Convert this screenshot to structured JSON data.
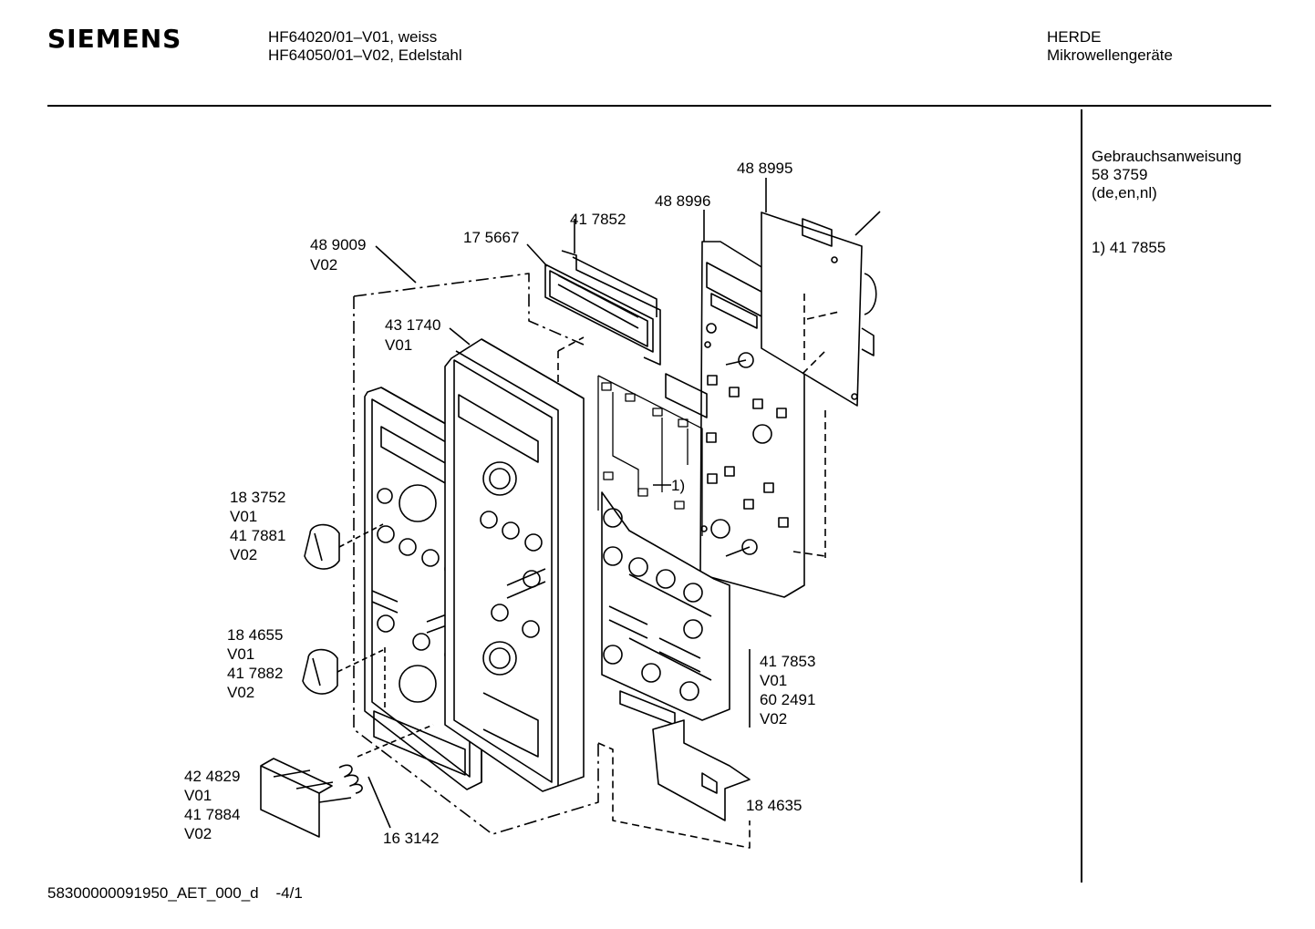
{
  "header": {
    "brand": "SIEMENS",
    "model_line_1": "HF64020/01–V01, weiss",
    "model_line_2": "HF64050/01–V02, Edelstahl",
    "category_1": "HERDE",
    "category_2": "Mikrowellengeräte"
  },
  "sidebar": {
    "manual_title": "Gebrauchsanweisung",
    "manual_number": "58 3759",
    "manual_languages": "(de,en,nl)",
    "note": "1) 41 7855"
  },
  "parts": {
    "p489009": "48 9009",
    "p489009_v": "V02",
    "p175667": "17 5667",
    "p417852": "41 7852",
    "p488996": "48 8996",
    "p488995": "48 8995",
    "p431740": "43 1740",
    "p431740_v": "V01",
    "p183752": "18 3752",
    "p183752_v": "V01",
    "p417881": "41 7881",
    "p417881_v": "V02",
    "p184655": "18 4655",
    "p184655_v": "V01",
    "p417882": "41 7882",
    "p417882_v": "V02",
    "p424829": "42 4829",
    "p424829_v": "V01",
    "p417884": "41 7884",
    "p417884_v": "V02",
    "p163142": "16 3142",
    "p184635": "18 4635",
    "p417853": "41 7853",
    "p417853_v": "V01",
    "p602491": "60 2491",
    "p602491_v": "V02",
    "ref1": "1)"
  },
  "footer": {
    "doc_id": "58300000091950_AET_000_d    -4/1"
  }
}
